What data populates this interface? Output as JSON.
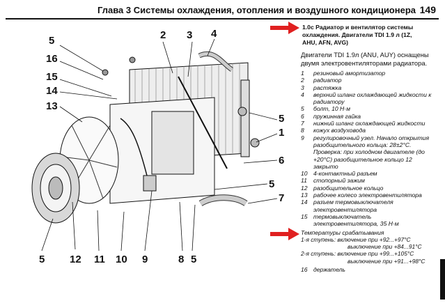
{
  "header": {
    "title": "Глава 3 Системы охлаждения, отопления и воздушного кондиционера",
    "page": "149"
  },
  "section": {
    "title_lines": [
      "1.0с Радиатор и вентилятор системы",
      "охлаждения. Двигатели TDI 1.9 л (1Z,",
      "AHU, AFN, AVG)"
    ],
    "intro": "Двигатели TDI 1.9л (ANU, AUY) оснащены двумя электровентиляторами радиатора."
  },
  "parts": [
    {
      "num": "1",
      "text": "резиновый амортизатор"
    },
    {
      "num": "2",
      "text": "радиатор"
    },
    {
      "num": "3",
      "text": "растяжка"
    },
    {
      "num": "4",
      "text": "верхний шланг охлаждающей жидкости к радиатору"
    },
    {
      "num": "5",
      "text": "болт, 10 Н·м"
    },
    {
      "num": "6",
      "text": "пружинная гайка"
    },
    {
      "num": "7",
      "text": "нижний шланг охлаждающей жидкости"
    },
    {
      "num": "8",
      "text": "кожух воздуховода"
    },
    {
      "num": "9",
      "text": "регулировочный узел. Начало открытия разобщительного кольца: 28±2°С. Проверка: при холодном двигателе (до +20°С) разобщительное кольцо 12 закрыто"
    },
    {
      "num": "10",
      "text": "4-контактный разъем"
    },
    {
      "num": "11",
      "text": "стопорный зажим"
    },
    {
      "num": "12",
      "text": "разобщительное кольцо"
    },
    {
      "num": "13",
      "text": "рабочее колесо электровентилятора"
    },
    {
      "num": "14",
      "text": "разъем термовыключателя электровентилятора"
    },
    {
      "num": "15",
      "text": "термовыключатель электровентилятора, 35 Н·м"
    }
  ],
  "temps": {
    "heading": "Температуры срабатывания",
    "stage1_a": "1-я ступень: включение при +92...+97°С",
    "stage1_b": "выключение при +84...91°С",
    "stage2_a": "2-я ступень: включение при +99...+105°С",
    "stage2_b": "выключение при +91...+98°С"
  },
  "last_part": {
    "num": "16",
    "text": "держатель"
  },
  "callouts": {
    "c5a": "5",
    "c16": "16",
    "c15": "15",
    "c14": "14",
    "c13": "13",
    "c2": "2",
    "c3": "3",
    "c4": "4",
    "c5b": "5",
    "c1": "1",
    "c6": "6",
    "c5c": "5",
    "c7": "7",
    "c5d": "5",
    "c12": "12",
    "c11": "11",
    "c10": "10",
    "c9": "9",
    "c8": "8",
    "c5e": "5"
  },
  "colors": {
    "arrow": "#e02020"
  }
}
